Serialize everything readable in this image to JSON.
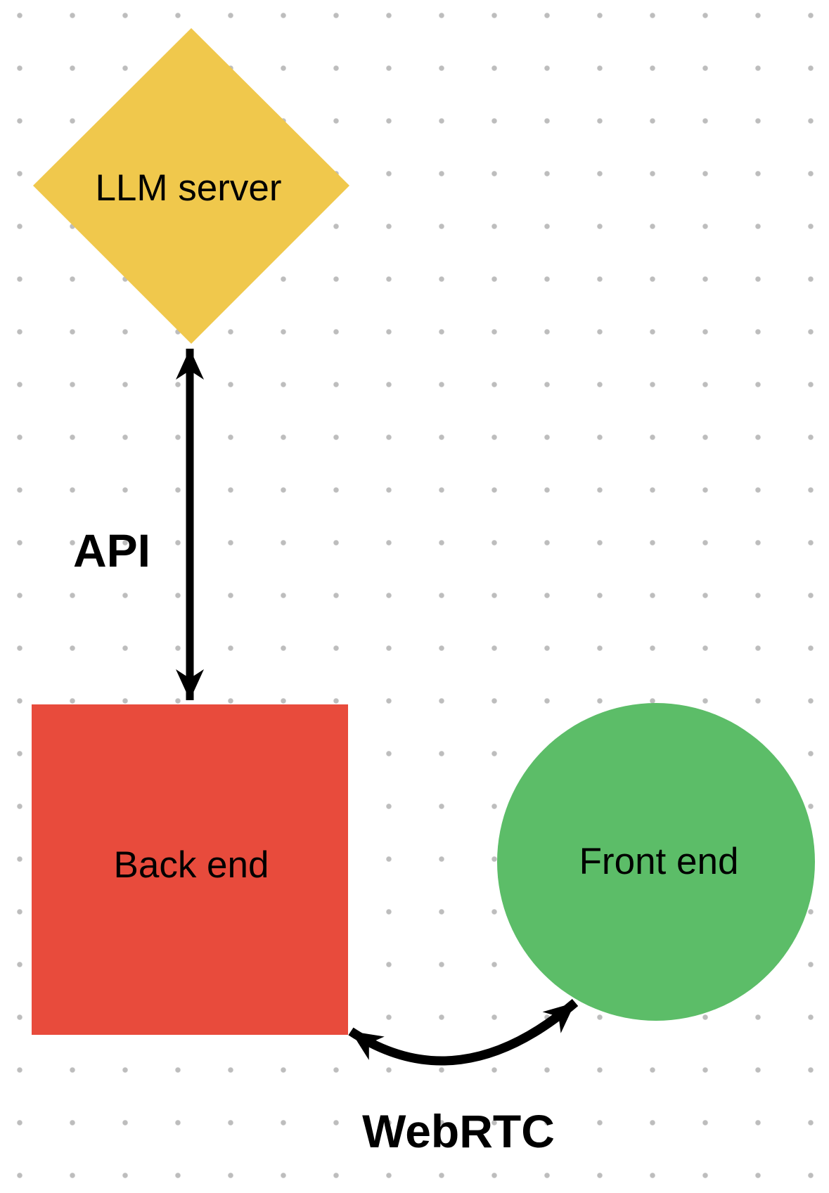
{
  "canvas": {
    "background_color": "#ffffff",
    "grid_dot_color": "#bdbdbd"
  },
  "text_color": "#000000",
  "shapes": [
    {
      "id": "llm-server",
      "type": "diamond",
      "label": "LLM server",
      "fill": "#f0c84c"
    },
    {
      "id": "back-end",
      "type": "rectangle",
      "label": "Back end",
      "fill": "#e84b3c"
    },
    {
      "id": "front-end",
      "type": "circle",
      "label": "Front end",
      "fill": "#5cbd68"
    }
  ],
  "connectors": [
    {
      "id": "api",
      "label": "API",
      "from": "llm-server",
      "to": "back-end",
      "style": "double-headed-arrow",
      "color": "#000000"
    },
    {
      "id": "webrtc",
      "label": "WebRTC",
      "from": "back-end",
      "to": "front-end",
      "style": "double-headed-arrow",
      "color": "#000000"
    }
  ]
}
